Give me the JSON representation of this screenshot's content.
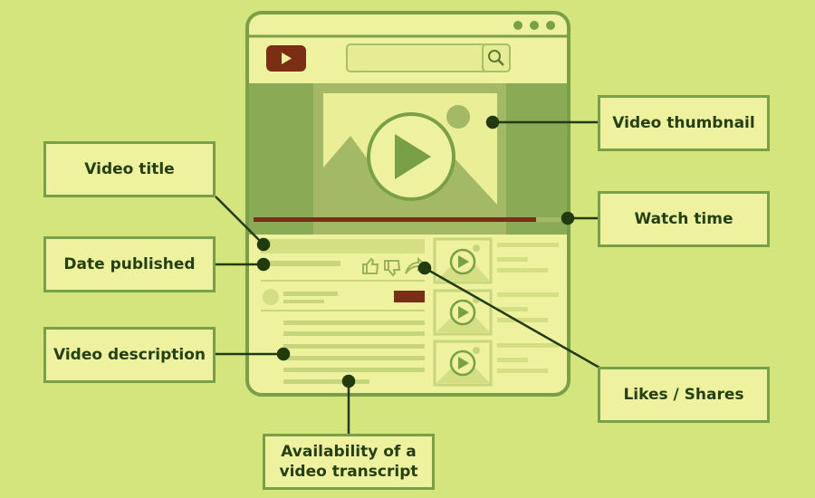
{
  "callouts": {
    "video_thumbnail": "Video thumbnail",
    "watch_time": "Watch time",
    "video_title": "Video title",
    "date_published": "Date published",
    "video_description": "Video description",
    "likes_shares": "Likes / Shares",
    "transcript_line1": "Availability of a",
    "transcript_line2": "video transcript"
  },
  "colors": {
    "background": "#d5e57e",
    "browser_fill": "#eef29e",
    "browser_border": "#79a047",
    "player_bg": "#8aaa55",
    "brand_red": "#7a2e14",
    "leader_line": "#213b0d"
  },
  "icons": [
    "logo-play-icon",
    "search-icon",
    "play-icon",
    "thumbs-up-icon",
    "thumbs-down-icon",
    "share-icon",
    "image-sun-icon",
    "image-mountain-icon"
  ]
}
